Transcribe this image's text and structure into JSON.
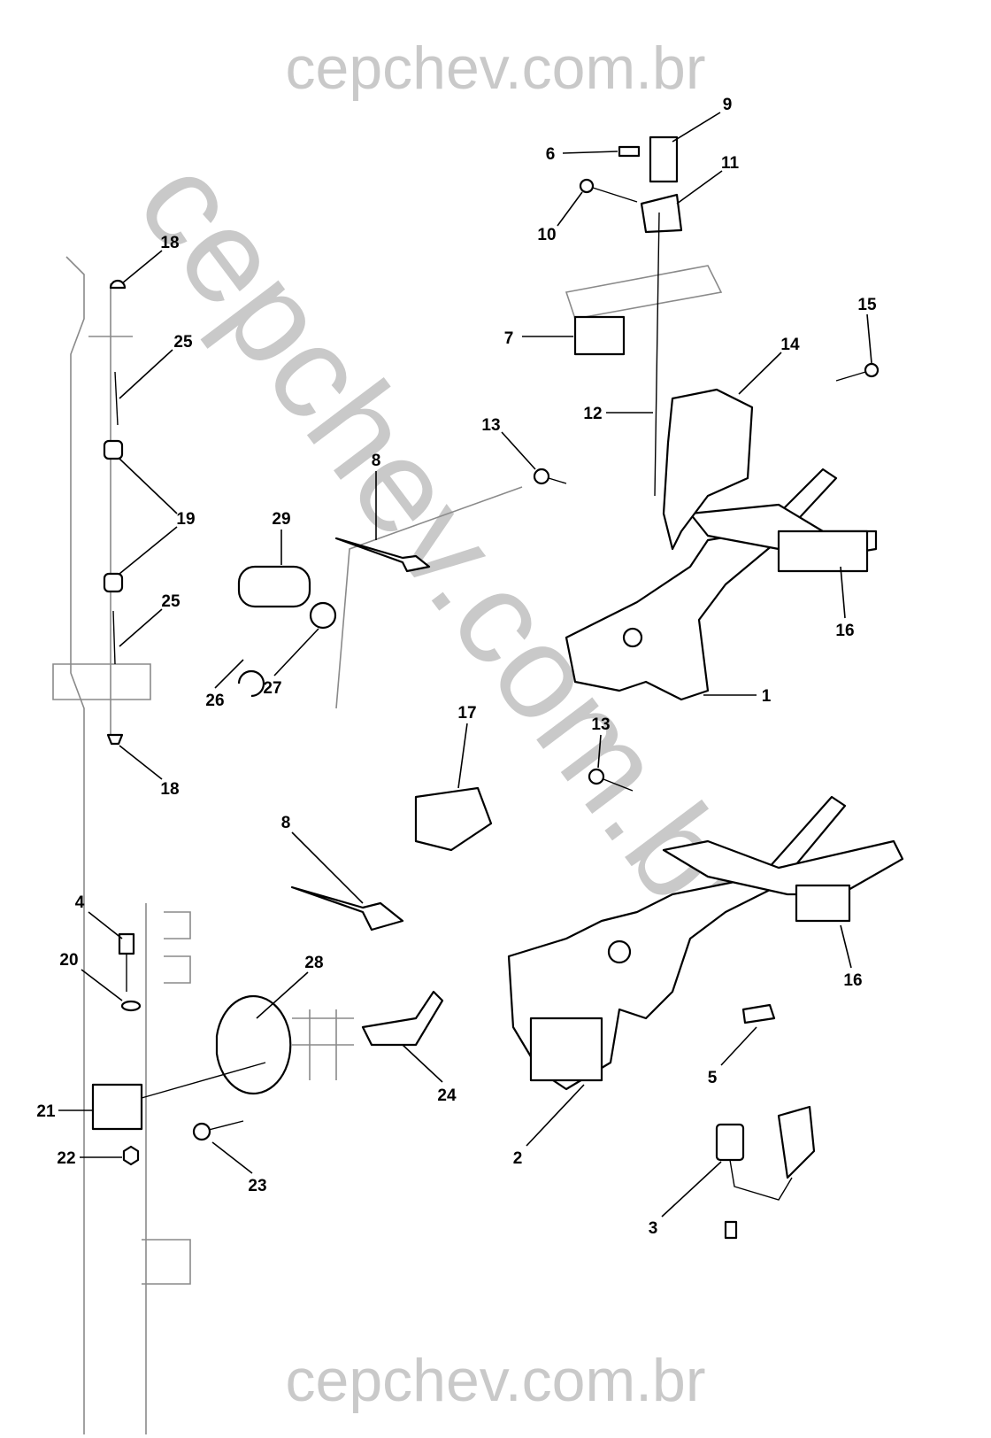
{
  "watermark": {
    "top": "cepchev.com.br",
    "bottom": "cepchev.com.br",
    "diagonal": "cepchev.com.br"
  },
  "callouts": [
    "9",
    "6",
    "11",
    "10",
    "15",
    "7",
    "14",
    "12",
    "13",
    "8",
    "29",
    "16",
    "1",
    "26",
    "27",
    "17",
    "13",
    "18",
    "25",
    "19",
    "25",
    "18",
    "8",
    "4",
    "28",
    "20",
    "16",
    "5",
    "24",
    "21",
    "2",
    "22",
    "23",
    "3"
  ]
}
